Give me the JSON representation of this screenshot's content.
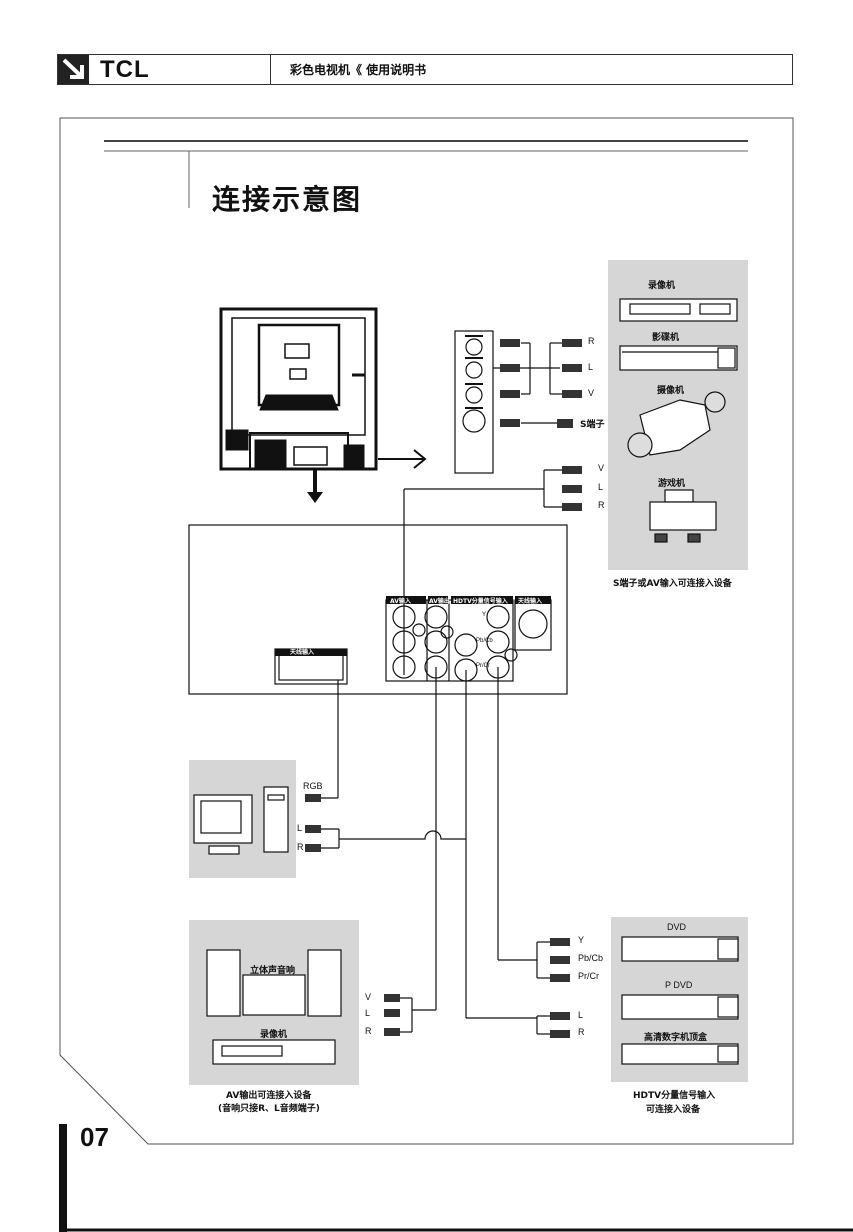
{
  "header": {
    "brand": "TCL",
    "title": "彩色电视机《 使用说明书"
  },
  "page": {
    "title": "连接示意图",
    "number": "07"
  },
  "side_panel": {
    "labels": [
      "R",
      "L",
      "V",
      "S端子"
    ],
    "lower_labels": [
      "V",
      "L",
      "R"
    ]
  },
  "devices_top": {
    "items": [
      "录像机",
      "影碟机",
      "摄像机",
      "游戏机"
    ],
    "caption": "S端子或AV输入可连接入设备"
  },
  "rear_panel": {
    "antenna_label": "天线输入",
    "av_in_label": "AV输入",
    "av_out_label": "AV输出",
    "hdtv_label": "HDTV分量信号输入",
    "ant_label": "天线输入",
    "hdtv_ports": [
      "Y",
      "Pb/Cb",
      "Pr/Cr"
    ]
  },
  "computer": {
    "labels": [
      "RGB",
      "L",
      "R"
    ]
  },
  "av_out_devices": {
    "items": [
      "立体声音响",
      "录像机"
    ],
    "labels": [
      "V",
      "L",
      "R"
    ],
    "caption_line1": "AV输出可连接入设备",
    "caption_line2": "(音响只接R、L音频端子)"
  },
  "hdtv_devices": {
    "items": [
      "DVD",
      "P DVD",
      "高清数字机顶盒"
    ],
    "labels": [
      "Y",
      "Pb/Cb",
      "Pr/Cr",
      "L",
      "R"
    ],
    "caption_line1": "HDTV分量信号输入",
    "caption_line2": "可连接入设备"
  }
}
